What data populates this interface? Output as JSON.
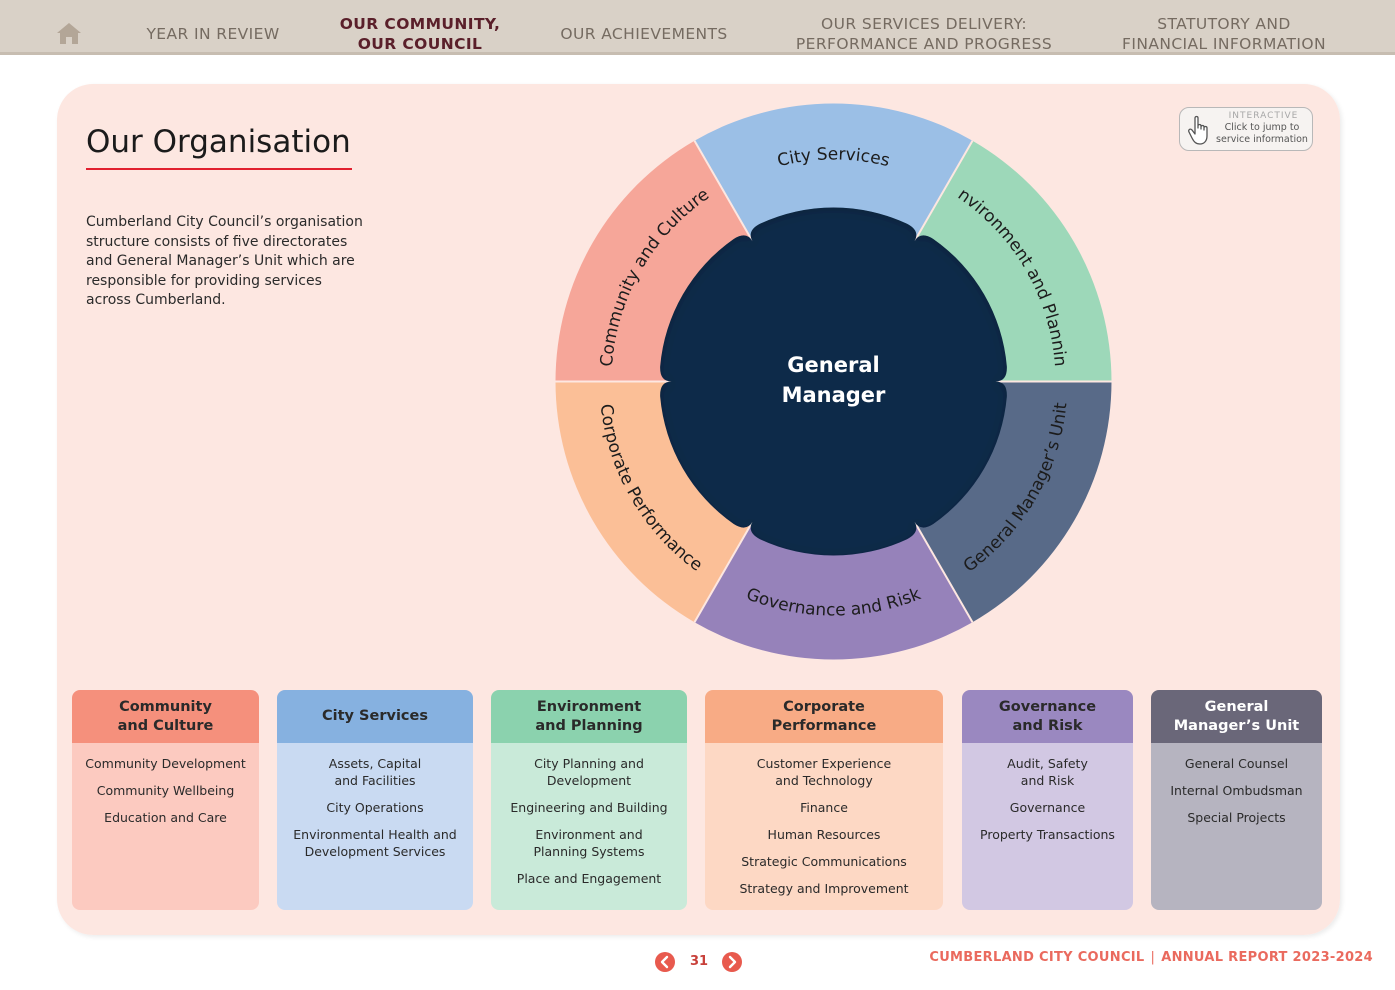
{
  "nav": {
    "home_icon": "home-icon",
    "items": [
      {
        "lines": [
          "YEAR IN REVIEW"
        ],
        "active": false
      },
      {
        "lines": [
          "OUR COMMUNITY,",
          "OUR COUNCIL"
        ],
        "active": true
      },
      {
        "lines": [
          "OUR ACHIEVEMENTS"
        ],
        "active": false
      },
      {
        "lines": [
          "OUR SERVICES DELIVERY:",
          "PERFORMANCE AND PROGRESS"
        ],
        "active": false
      },
      {
        "lines": [
          "STATUTORY AND",
          "FINANCIAL INFORMATION"
        ],
        "active": false
      }
    ]
  },
  "page": {
    "title": "Our Organisation",
    "intro": "Cumberland City Council’s organisation structure consists of five directorates and General Manager’s Unit which are responsible for providing services across Cumberland."
  },
  "badge": {
    "title": "INTERACTIVE",
    "line1": "Click to jump to",
    "line2": "service information",
    "icon": "hand-pointer-icon"
  },
  "wheel": {
    "center": [
      "General",
      "Manager"
    ],
    "center_color": "#0c2a48",
    "segments": [
      {
        "label": "City Services",
        "color": "#9bbfe6"
      },
      {
        "label": "Environment and Planning",
        "color": "#9dd8b9"
      },
      {
        "label": "General Manager’s Unit",
        "color": "#586a88"
      },
      {
        "label": "Governance and Risk",
        "color": "#9682ba"
      },
      {
        "label": "Corporate Performance",
        "color": "#fbbf97"
      },
      {
        "label": "Community and Culture",
        "color": "#f6a699"
      }
    ]
  },
  "cards": [
    {
      "title": [
        "Community",
        "and Culture"
      ],
      "head_color": "#f5907c",
      "body_color": "#fccac0",
      "items": [
        [
          "Community Development"
        ],
        [
          "Community Wellbeing"
        ],
        [
          "Education and Care"
        ]
      ]
    },
    {
      "title": [
        "City Services"
      ],
      "head_color": "#86b1e0",
      "body_color": "#c9daf2",
      "items": [
        [
          "Assets, Capital",
          "and Facilities"
        ],
        [
          "City Operations"
        ],
        [
          "Environmental Health and",
          "Development Services"
        ]
      ]
    },
    {
      "title": [
        "Environment",
        "and Planning"
      ],
      "head_color": "#8bd2ae",
      "body_color": "#c9ead9",
      "items": [
        [
          "City Planning and",
          "Development"
        ],
        [
          "Engineering and Building"
        ],
        [
          "Environment and",
          "Planning Systems"
        ],
        [
          "Place and Engagement"
        ]
      ]
    },
    {
      "title": [
        "Corporate",
        "Performance"
      ],
      "head_color": "#f8ab85",
      "body_color": "#fdd8c4",
      "items": [
        [
          "Customer Experience",
          "and Technology"
        ],
        [
          "Finance"
        ],
        [
          "Human Resources"
        ],
        [
          "Strategic Communications"
        ],
        [
          "Strategy and Improvement"
        ]
      ]
    },
    {
      "title": [
        "Governance",
        "and Risk"
      ],
      "head_color": "#9a88c0",
      "body_color": "#d2c8e3",
      "items": [
        [
          "Audit, Safety",
          "and Risk"
        ],
        [
          "Governance"
        ],
        [
          "Property Transactions"
        ]
      ]
    },
    {
      "title": [
        "General",
        "Manager’s Unit"
      ],
      "head_color": "#6a6779",
      "body_color": "#b6b4c0",
      "items": [
        [
          "General Counsel"
        ],
        [
          "Internal Ombudsman"
        ],
        [
          "Special Projects"
        ]
      ]
    }
  ],
  "footer": {
    "page_number": "31",
    "org": "CUMBERLAND CITY COUNCIL",
    "separator": "|",
    "report": "ANNUAL REPORT 2023-2024"
  }
}
